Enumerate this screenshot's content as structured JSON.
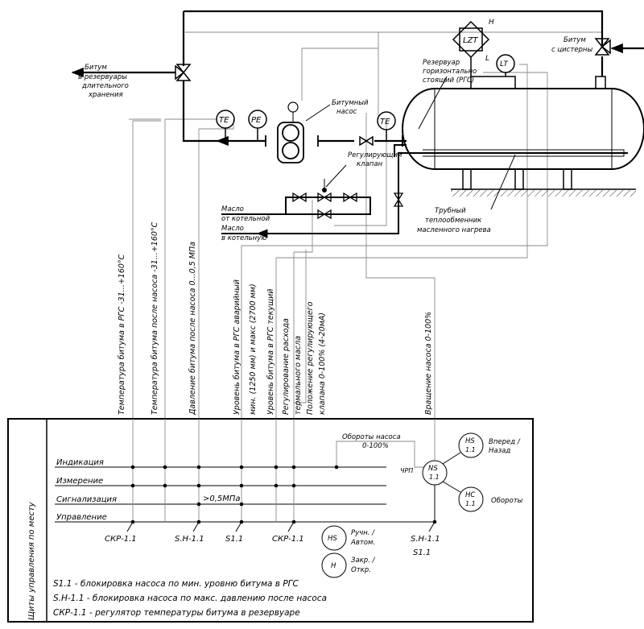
{
  "tanks": {
    "rgs_label_1": "Резервуар",
    "rgs_label_2": "горизонтально",
    "rgs_label_3": "стоящий (РГС)"
  },
  "instruments": {
    "lzt": "LZT",
    "lzt_h": "H",
    "lzt_l": "L",
    "lt": "LT",
    "te1": "TE",
    "pe": "PE",
    "te2": "TE"
  },
  "pump": {
    "label_1": "Битумный",
    "label_2": "насос"
  },
  "valve": {
    "label_1": "Регулирующий",
    "label_2": "клапан"
  },
  "flows": {
    "bitumen_out_1": "Битум",
    "bitumen_out_2": "в резервуары",
    "bitumen_out_3": "длительного",
    "bitumen_out_4": "хранения",
    "bitumen_in_1": "Битум",
    "bitumen_in_2": "с цистерны",
    "oil_in_1": "Масло",
    "oil_in_2": "от котельной",
    "oil_out_1": "Масло",
    "oil_out_2": "в котельную",
    "heater_1": "Трубный",
    "heater_2": "теплообменник",
    "heater_3": "масленного нагрева"
  },
  "signals": [
    {
      "label": "Температура битума в РГС -31...+160°С"
    },
    {
      "label": "Температура битума после насоса -31...+160°С"
    },
    {
      "label": "Давление битума после насоса 0...0,5 МПа"
    },
    {
      "label": "Уровень битума в РГС аварийный"
    },
    {
      "label": "мин. (1250 мм) и макс (2700 мм)"
    },
    {
      "label": "Уровень битума в РГС текущий"
    },
    {
      "label": "Регулирование расхода"
    },
    {
      "label": "термального масла"
    },
    {
      "label": "Положение регулирующего"
    },
    {
      "label": "клапана 0-100% (4-20мА)"
    },
    {
      "label": "Вращение насоса 0-100%"
    }
  ],
  "panel": {
    "side_title": "Щиты управления по месту",
    "rows": [
      "Индикация",
      "Измерение",
      "Сигнализация",
      "Управление"
    ],
    "pressure_alarm": ">0,5МПа",
    "speed_label_1": "Обороты насоса",
    "speed_label_2": "0-100%",
    "vfd": "ЧРП",
    "ns": "NS",
    "ns_num": "1.1",
    "hs_top": "HS",
    "hs_top_num": "1.1",
    "hs_top_desc_1": "Вперед /",
    "hs_top_desc_2": "Назад",
    "hc": "HC",
    "hc_num": "1.1",
    "hc_desc": "Обороты",
    "hs_bottom": "HS",
    "hs_bottom_desc_1": "Ручн. /",
    "hs_bottom_desc_2": "Автом.",
    "h_bottom": "H",
    "h_bottom_desc_1": "Закр. /",
    "h_bottom_desc_2": "Откр.",
    "tags": [
      "СКР-1.1",
      "S.H-1.1",
      "S1.1",
      "СКР-1.1",
      "S.H-1.1",
      "S1.1"
    ],
    "legend": [
      "S1.1 - блокировка насоса по мин. уровню битума в РГС",
      "S.H-1.1 - блокировка насоса по макс. давлению после насоса",
      "СКР-1.1 - регулятор температуры битума в резервуаре"
    ]
  }
}
